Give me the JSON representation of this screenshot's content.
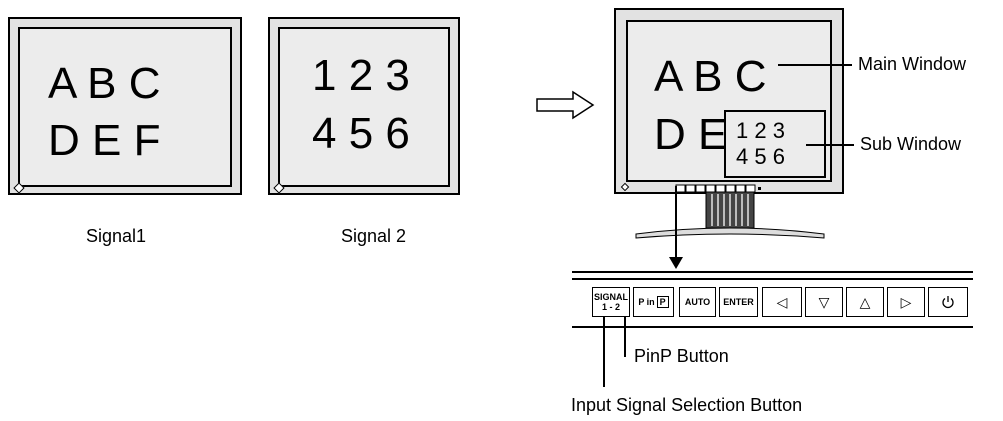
{
  "signal1": {
    "lines": [
      "A B C",
      "D E F"
    ],
    "caption": "Signal1"
  },
  "signal2": {
    "lines": [
      "1 2 3",
      "4 5 6"
    ],
    "caption": "Signal 2"
  },
  "main_window": {
    "lines": [
      "A B C",
      "D E"
    ],
    "label": "Main Window"
  },
  "sub_window": {
    "lines": [
      "1 2 3",
      "4 5 6"
    ],
    "label": "Sub Window"
  },
  "control_panel": {
    "buttons": [
      {
        "label": "SIGNAL\n1 - 2"
      },
      {
        "label_prefix": "P in",
        "label_box": "P"
      },
      {
        "label": "AUTO"
      },
      {
        "label": "ENTER"
      },
      {
        "icon": "left-triangle-icon",
        "glyph": "◁"
      },
      {
        "icon": "down-triangle-icon",
        "glyph": "▽"
      },
      {
        "icon": "up-triangle-icon",
        "glyph": "△"
      },
      {
        "icon": "right-triangle-icon",
        "glyph": "▷"
      },
      {
        "icon": "power-icon",
        "glyph": "⏻"
      }
    ]
  },
  "labels": {
    "pinp_button": "PinP Button",
    "input_signal_button": "Input Signal Selection Button"
  }
}
